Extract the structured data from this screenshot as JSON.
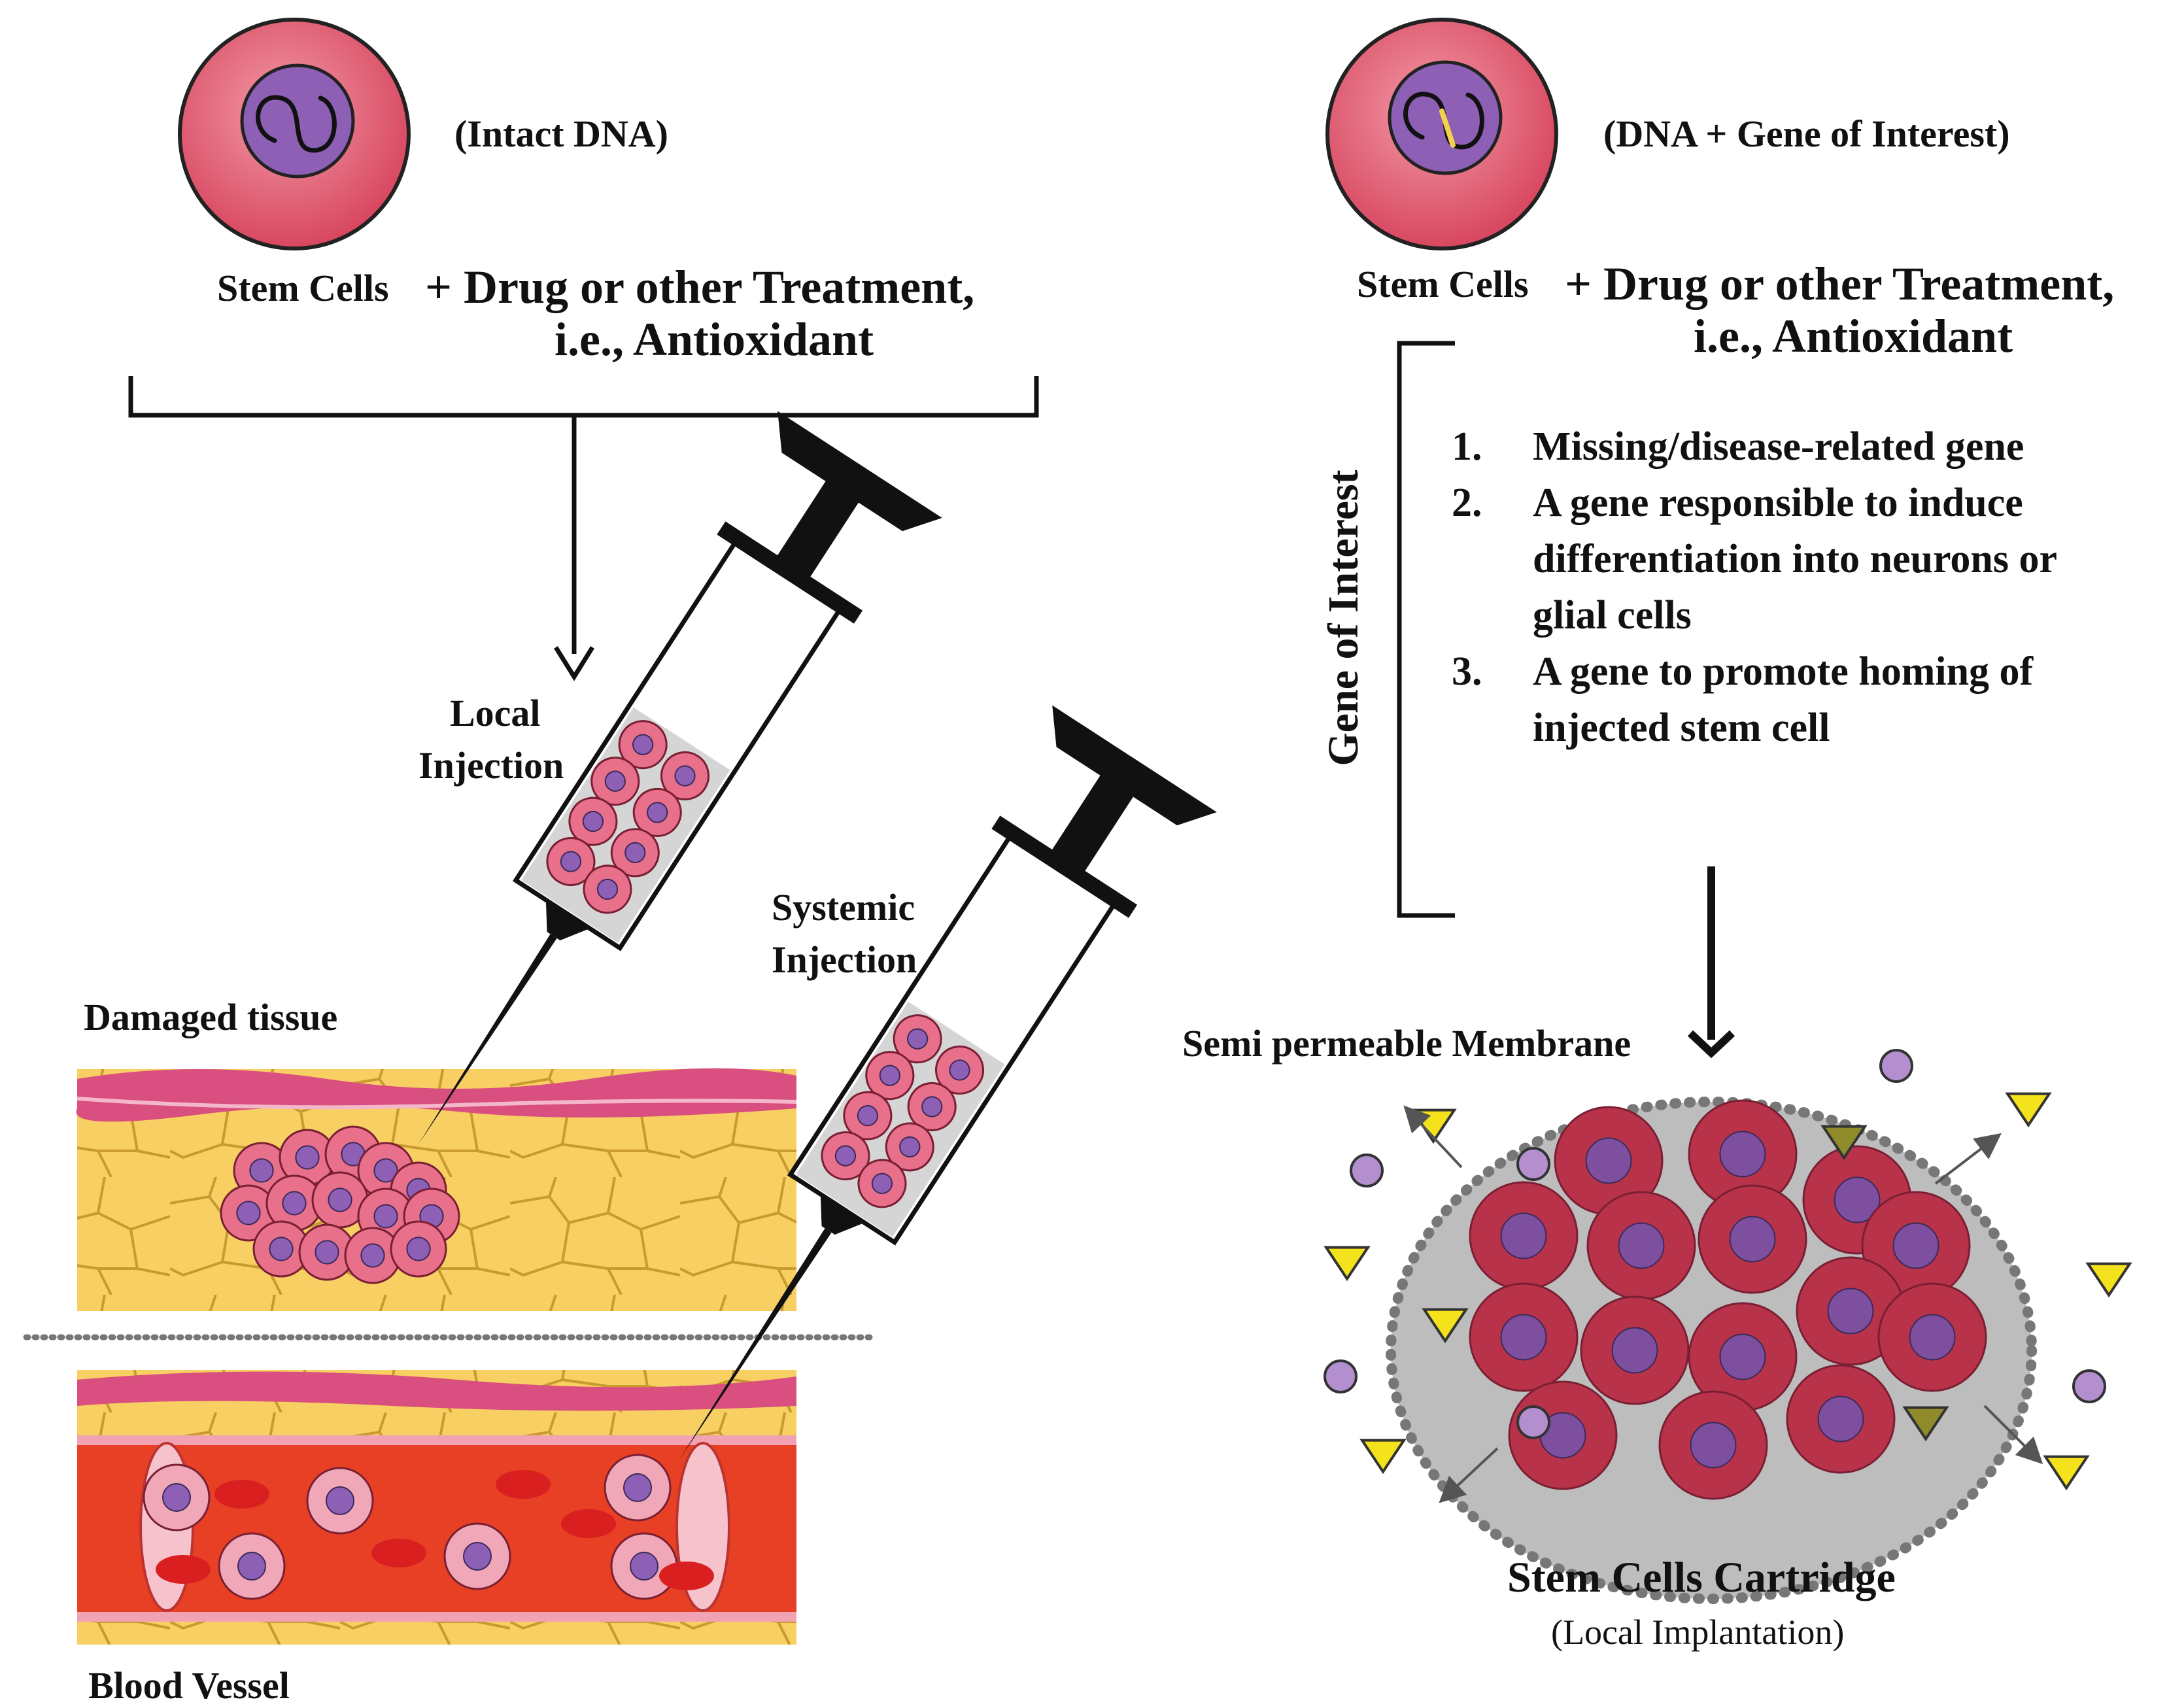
{
  "left_panel": {
    "cell_label": "(Intact DNA)",
    "stem_cells": "Stem Cells",
    "treatment_line1": "+ Drug or other Treatment,",
    "treatment_line2": "i.e., Antioxidant",
    "local_injection_line1": "Local",
    "local_injection_line2": "Injection",
    "systemic_injection_line1": "Systemic",
    "systemic_injection_line2": "Injection",
    "damaged_tissue": "Damaged tissue",
    "blood_vessel": "Blood Vessel"
  },
  "right_panel": {
    "cell_label": "(DNA + Gene of Interest)",
    "stem_cells": "Stem Cells",
    "treatment_line1": "+ Drug or other Treatment,",
    "treatment_line2": "i.e., Antioxidant",
    "bracket_label": "Gene of Interest",
    "genes": [
      {
        "num": "1.",
        "text": "Missing/disease-related gene"
      },
      {
        "num": "2.",
        "text": "A gene responsible to induce differentiation into neurons or glial cells"
      },
      {
        "num": "3.",
        "text": "A gene to promote homing of injected stem cell"
      }
    ],
    "membrane_label": "Semi permeable Membrane",
    "cartridge_title": "Stem Cells Cartridge",
    "cartridge_subtitle": "(Local Implantation)"
  },
  "colors": {
    "cell_fill": "#e8546c",
    "nucleus_fill": "#8d5fb5",
    "tissue_yellow": "#f7cf63",
    "tissue_pink": "#d94f80",
    "blood_red": "#e84024",
    "gene_highlight": "#f2d24a",
    "triangle_yellow": "#f4e21c",
    "particle_purple": "#b48fd0",
    "membrane_gray": "#bdbdbd"
  }
}
